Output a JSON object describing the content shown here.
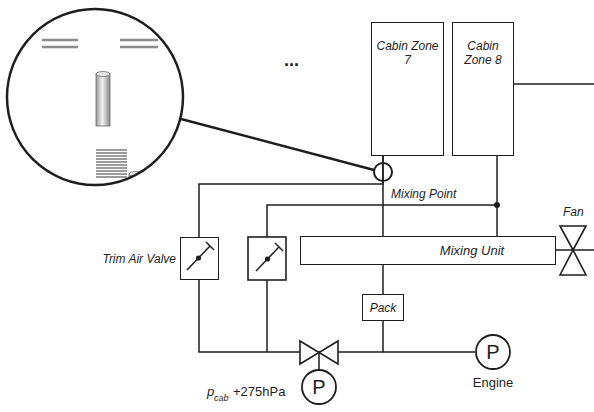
{
  "diagram": {
    "nodes": [
      {
        "text": [
          "Cabin Zone 7"
        ]
      },
      {
        "text": [
          "Cabin Zone 8"
        ]
      },
      {
        "text": [
          "Mixing Unit"
        ]
      },
      {
        "text": [
          "Pack"
        ]
      },
      {
        "text": [
          "Trim Air Valve"
        ]
      },
      {
        "text": [
          "P"
        ]
      },
      {
        "text": [
          "P",
          "Engine"
        ]
      }
    ],
    "edges": [
      {
        "from": 6,
        "to": 3,
        "arrow": "none"
      },
      {
        "from": 3,
        "to": 2,
        "arrow": "none"
      },
      {
        "from": 2,
        "to": 0,
        "arrow": "none"
      },
      {
        "from": 2,
        "to": 1,
        "arrow": "none"
      },
      {
        "from": 4,
        "to": 0,
        "arrow": "none"
      },
      {
        "from": 5,
        "to": 4,
        "arrow": "none"
      }
    ],
    "labels": [
      "...",
      "Mixing Point",
      "Fan",
      "p",
      "cab",
      "+275hPa"
    ]
  }
}
